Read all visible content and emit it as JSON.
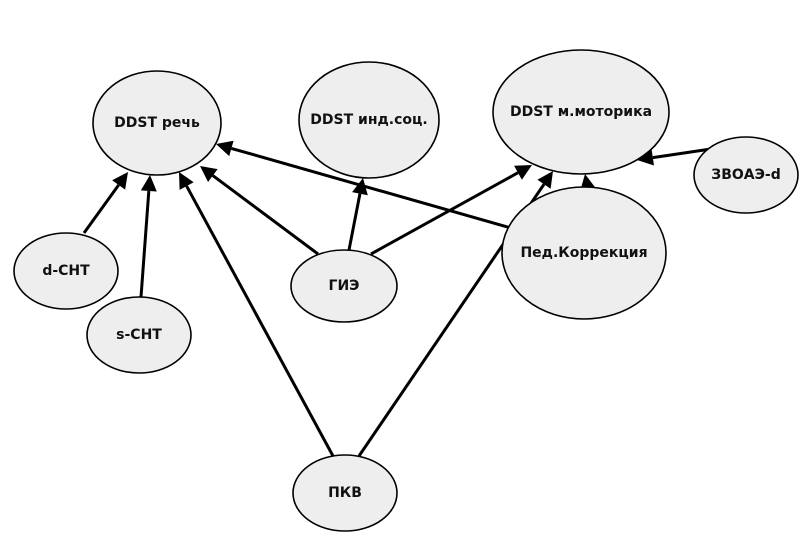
{
  "diagram": {
    "type": "directed-graph",
    "nodes": [
      {
        "id": "ddst_speech",
        "label": "DDST речь"
      },
      {
        "id": "ddst_social",
        "label": "DDST инд.соц."
      },
      {
        "id": "ddst_motor",
        "label": "DDST м.моторика"
      },
      {
        "id": "zvoae_d",
        "label": "ЗВОАЭ-d"
      },
      {
        "id": "ped_correction",
        "label": "Пед.Коррекция"
      },
      {
        "id": "d_cht",
        "label": "d-CHT"
      },
      {
        "id": "s_cht",
        "label": "s-CHT"
      },
      {
        "id": "gie",
        "label": "ГИЭ"
      },
      {
        "id": "pkv",
        "label": "ПКВ"
      }
    ],
    "edges": [
      {
        "from": "d_cht",
        "to": "ddst_speech"
      },
      {
        "from": "s_cht",
        "to": "ddst_speech"
      },
      {
        "from": "pkv",
        "to": "ddst_speech"
      },
      {
        "from": "gie",
        "to": "ddst_speech"
      },
      {
        "from": "ped_correction",
        "to": "ddst_speech"
      },
      {
        "from": "gie",
        "to": "ddst_social"
      },
      {
        "from": "gie",
        "to": "ddst_motor"
      },
      {
        "from": "pkv",
        "to": "ddst_motor"
      },
      {
        "from": "ped_correction",
        "to": "ddst_motor"
      },
      {
        "from": "zvoae_d",
        "to": "ddst_motor"
      }
    ],
    "colors": {
      "node_fill": "#eeeeee",
      "stroke": "#000000",
      "background": "#ffffff"
    }
  }
}
